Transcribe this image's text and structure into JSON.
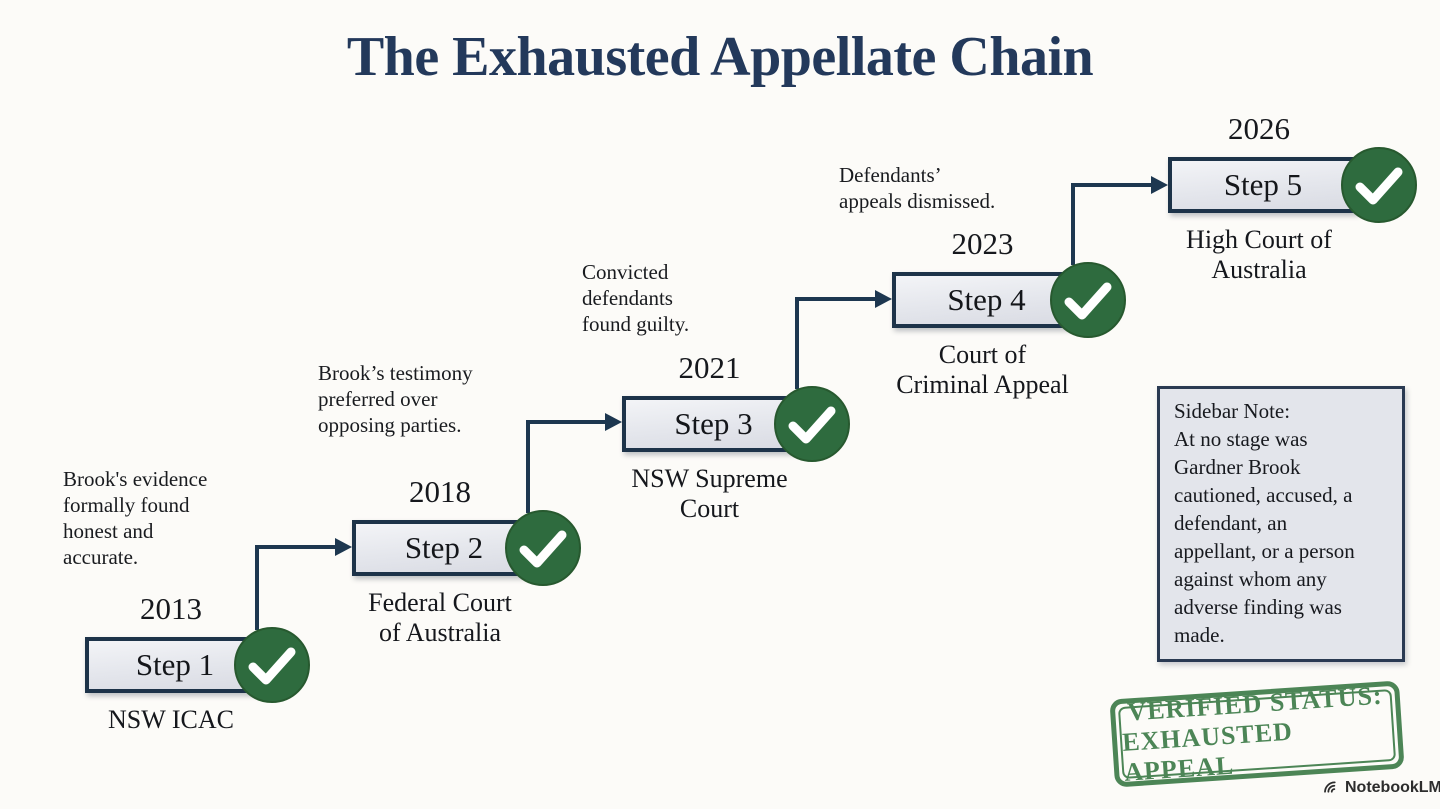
{
  "title": "The Exhausted Appellate Chain",
  "steps": [
    {
      "year": "2013",
      "box_label": "Step 1",
      "court": "NSW ICAC",
      "annotation": "Brook's evidence\nformally found\nhonest and\naccurate."
    },
    {
      "year": "2018",
      "box_label": "Step 2",
      "court": "Federal Court\nof Australia",
      "annotation": "Brook’s testimony\npreferred over\nopposing parties."
    },
    {
      "year": "2021",
      "box_label": "Step 3",
      "court": "NSW Supreme\nCourt",
      "annotation": "Convicted\ndefendants\nfound guilty."
    },
    {
      "year": "2023",
      "box_label": "Step 4",
      "court": "Court of\nCriminal Appeal",
      "annotation": "Defendants’\nappeals dismissed."
    },
    {
      "year": "2026",
      "box_label": "Step 5",
      "court": "High Court of\nAustralia"
    }
  ],
  "sidebar_note": {
    "heading": "Sidebar Note:",
    "body": "At no stage was\nGardner Brook\ncautioned, accused, a\ndefendant, an\nappellant, or a person\nagainst whom any\nadverse finding was\nmade."
  },
  "stamp": {
    "line1": "VERIFIED STATUS:",
    "line2": "EXHAUSTED APPEAL"
  },
  "watermark": {
    "label": "NotebookLM"
  },
  "icons": {
    "step_status": "check-icon",
    "watermark_logo": "notebooklm-icon"
  },
  "colors": {
    "title_navy": "#23395b",
    "connector_navy": "#1d3750",
    "box_border_navy": "#1d3349",
    "check_green": "#2e6b3e",
    "stamp_green": "#3e7c49",
    "background": "#fcfbf8"
  }
}
